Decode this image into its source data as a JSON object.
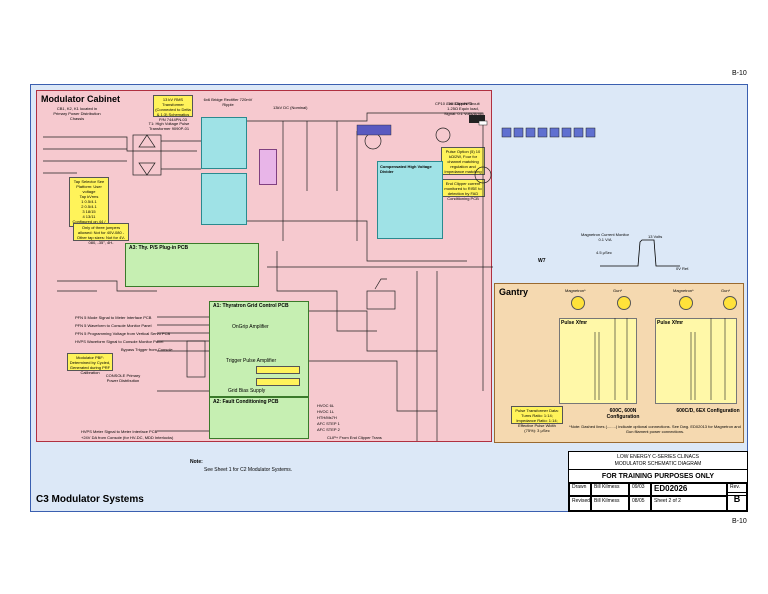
{
  "page_number_top": "B-10",
  "page_number_bottom": "B-10",
  "modulator_cabinet": {
    "title": "Modulator Cabinet",
    "cb_note": "CB1, K2, K1 located in Primary Power Distribution Chassis",
    "transformer": "T1: High Voltage Pulse Transformer 9090P-01",
    "bridge": "6x6 Bridge Rectifier 720mV Ripple",
    "dc_nominal": "13kV DC (Nominal)",
    "cpu": "CP10 - 20 33kV/NP5",
    "tap_selector_title": "Tap Selector See Platform: User voltage",
    "tap_values": [
      "Tap  kVrms",
      "1   0.5/4.1",
      "2   0.5/4.1",
      "3   18/15",
      "4   13/11",
      "5   13/11"
    ],
    "tap_note": "Configured on 44 / Modulators configuration",
    "yellow_note_1": "13 kV RMS Transformer (Connected to Delta & 1:3) Schematics P/N 7444PN-03",
    "yellow_note_2": "Only of three jumpers allowed: Not for 40V-080 - Other tap sizes: Not for 4V-080, -35°, 4H-",
    "compensated_divider": "Compensated High Voltage Divider",
    "thy_pcb": "A3: Thy. P/S Plug-in PCB",
    "thyratron_pcb": "A1: Thyratron Grid Control PCB",
    "onbias_amp": "OnGrip Amplifier",
    "trigger_amp": "Trigger Pulse Amplifier",
    "grid_bias": "Grid Bias Supply",
    "fault_pcb": "A2: Fault Conditioning PCB",
    "modulator_pbf": "Modulator PBF: Determined by Cycled, Generated during PRF Calibration",
    "pulse_option": "Pulse Option (5) 10 kΩ/2W, Four for channel matching regulation and Impedance matching",
    "end_clipper": "End Clipper Circuit 1.25Ω Equiv load, Signal: 0.1 Volts/Amp",
    "end_clipper_note": "End Clipper current monitored to RISE to detection by FAD Conditioning PCB",
    "pfn_labels": [
      "PFN 5 Mode Signal to Meter Interface PCB",
      "PFN 5 Waveform to Console Monitor Panel",
      "PFN 5 Programming Voltage from Vertical Servo PCB",
      "HVPS Waveform Signal to Console Monitor Panel",
      "Bypass Trigger from Console"
    ],
    "console_label": "CONSOLE Primary Power Distribution",
    "hvps_label": "HVPS Meter Signal to Meter Interface PCB",
    "dc_input_label": "+24V DA from Console (for HV-DC, MDD Interlocks)",
    "fault_outputs": [
      "HVOC 6L",
      "HVOC 1L",
      "HTH/Ms7H",
      "AFC STEP 1",
      "AFC STEP 2"
    ],
    "clipper_fault": "CLIP+ From End Clipper Trans"
  },
  "gantry": {
    "title": "Gantry",
    "magnetron_label": "Magnetron*",
    "gun_label": "Gun*",
    "pulse_xfmr": "Pulse Xfmr",
    "config_left": "600C, 600N Configuration",
    "config_right": "600C/D, 6EX Configuration",
    "pulse_transformer_note": "Pulse Transformer Data: Turns Ratio: 1:14; Impedance Ratio: 1:14; Effective Pulse Width (75%): 3 μSec",
    "note": "*Note: Dashed lines (........) indicate optional connections. See Dwg. ED02013 for Magnetron and Gun filament power connections."
  },
  "waveform": {
    "magnetron_current_monitor": "Magnetron Current Monitor 0.1 V/A",
    "label_top": "13 Volts",
    "label_mid": "4.5 μSec",
    "label_ref": "0V Ref.",
    "w7": "W7"
  },
  "notes": {
    "note_title": "Note:",
    "note_text": "See Sheet 1 for C2 Modulator Systems."
  },
  "footer_title": "C3 Modulator Systems",
  "title_block": {
    "line1": "LOW ENERGY C-SERIES CLINACS",
    "line2": "MODULATOR SCHEMATIC DIAGRAM",
    "training": "FOR TRAINING PURPOSES ONLY",
    "drawn_label": "Drawn",
    "drawn_by": "Bill Kilmess",
    "drawn_date": "09/03",
    "revised_label": "Revised",
    "revised_by": "Bill Kilmess",
    "revised_date": "08/05",
    "drawing_number": "ED02026",
    "sheet": "Sheet 2 of 2",
    "rev_label": "Rev.",
    "rev": "B"
  },
  "colors": {
    "cabinet_fill": "#f6c9cf",
    "gantry_fill": "#f5d9b0",
    "sheet_fill": "#dce8f7",
    "pcb_green": "#c6efb2",
    "bridge_cyan": "#9fe2e6",
    "note_yellow": "#fff35a"
  }
}
